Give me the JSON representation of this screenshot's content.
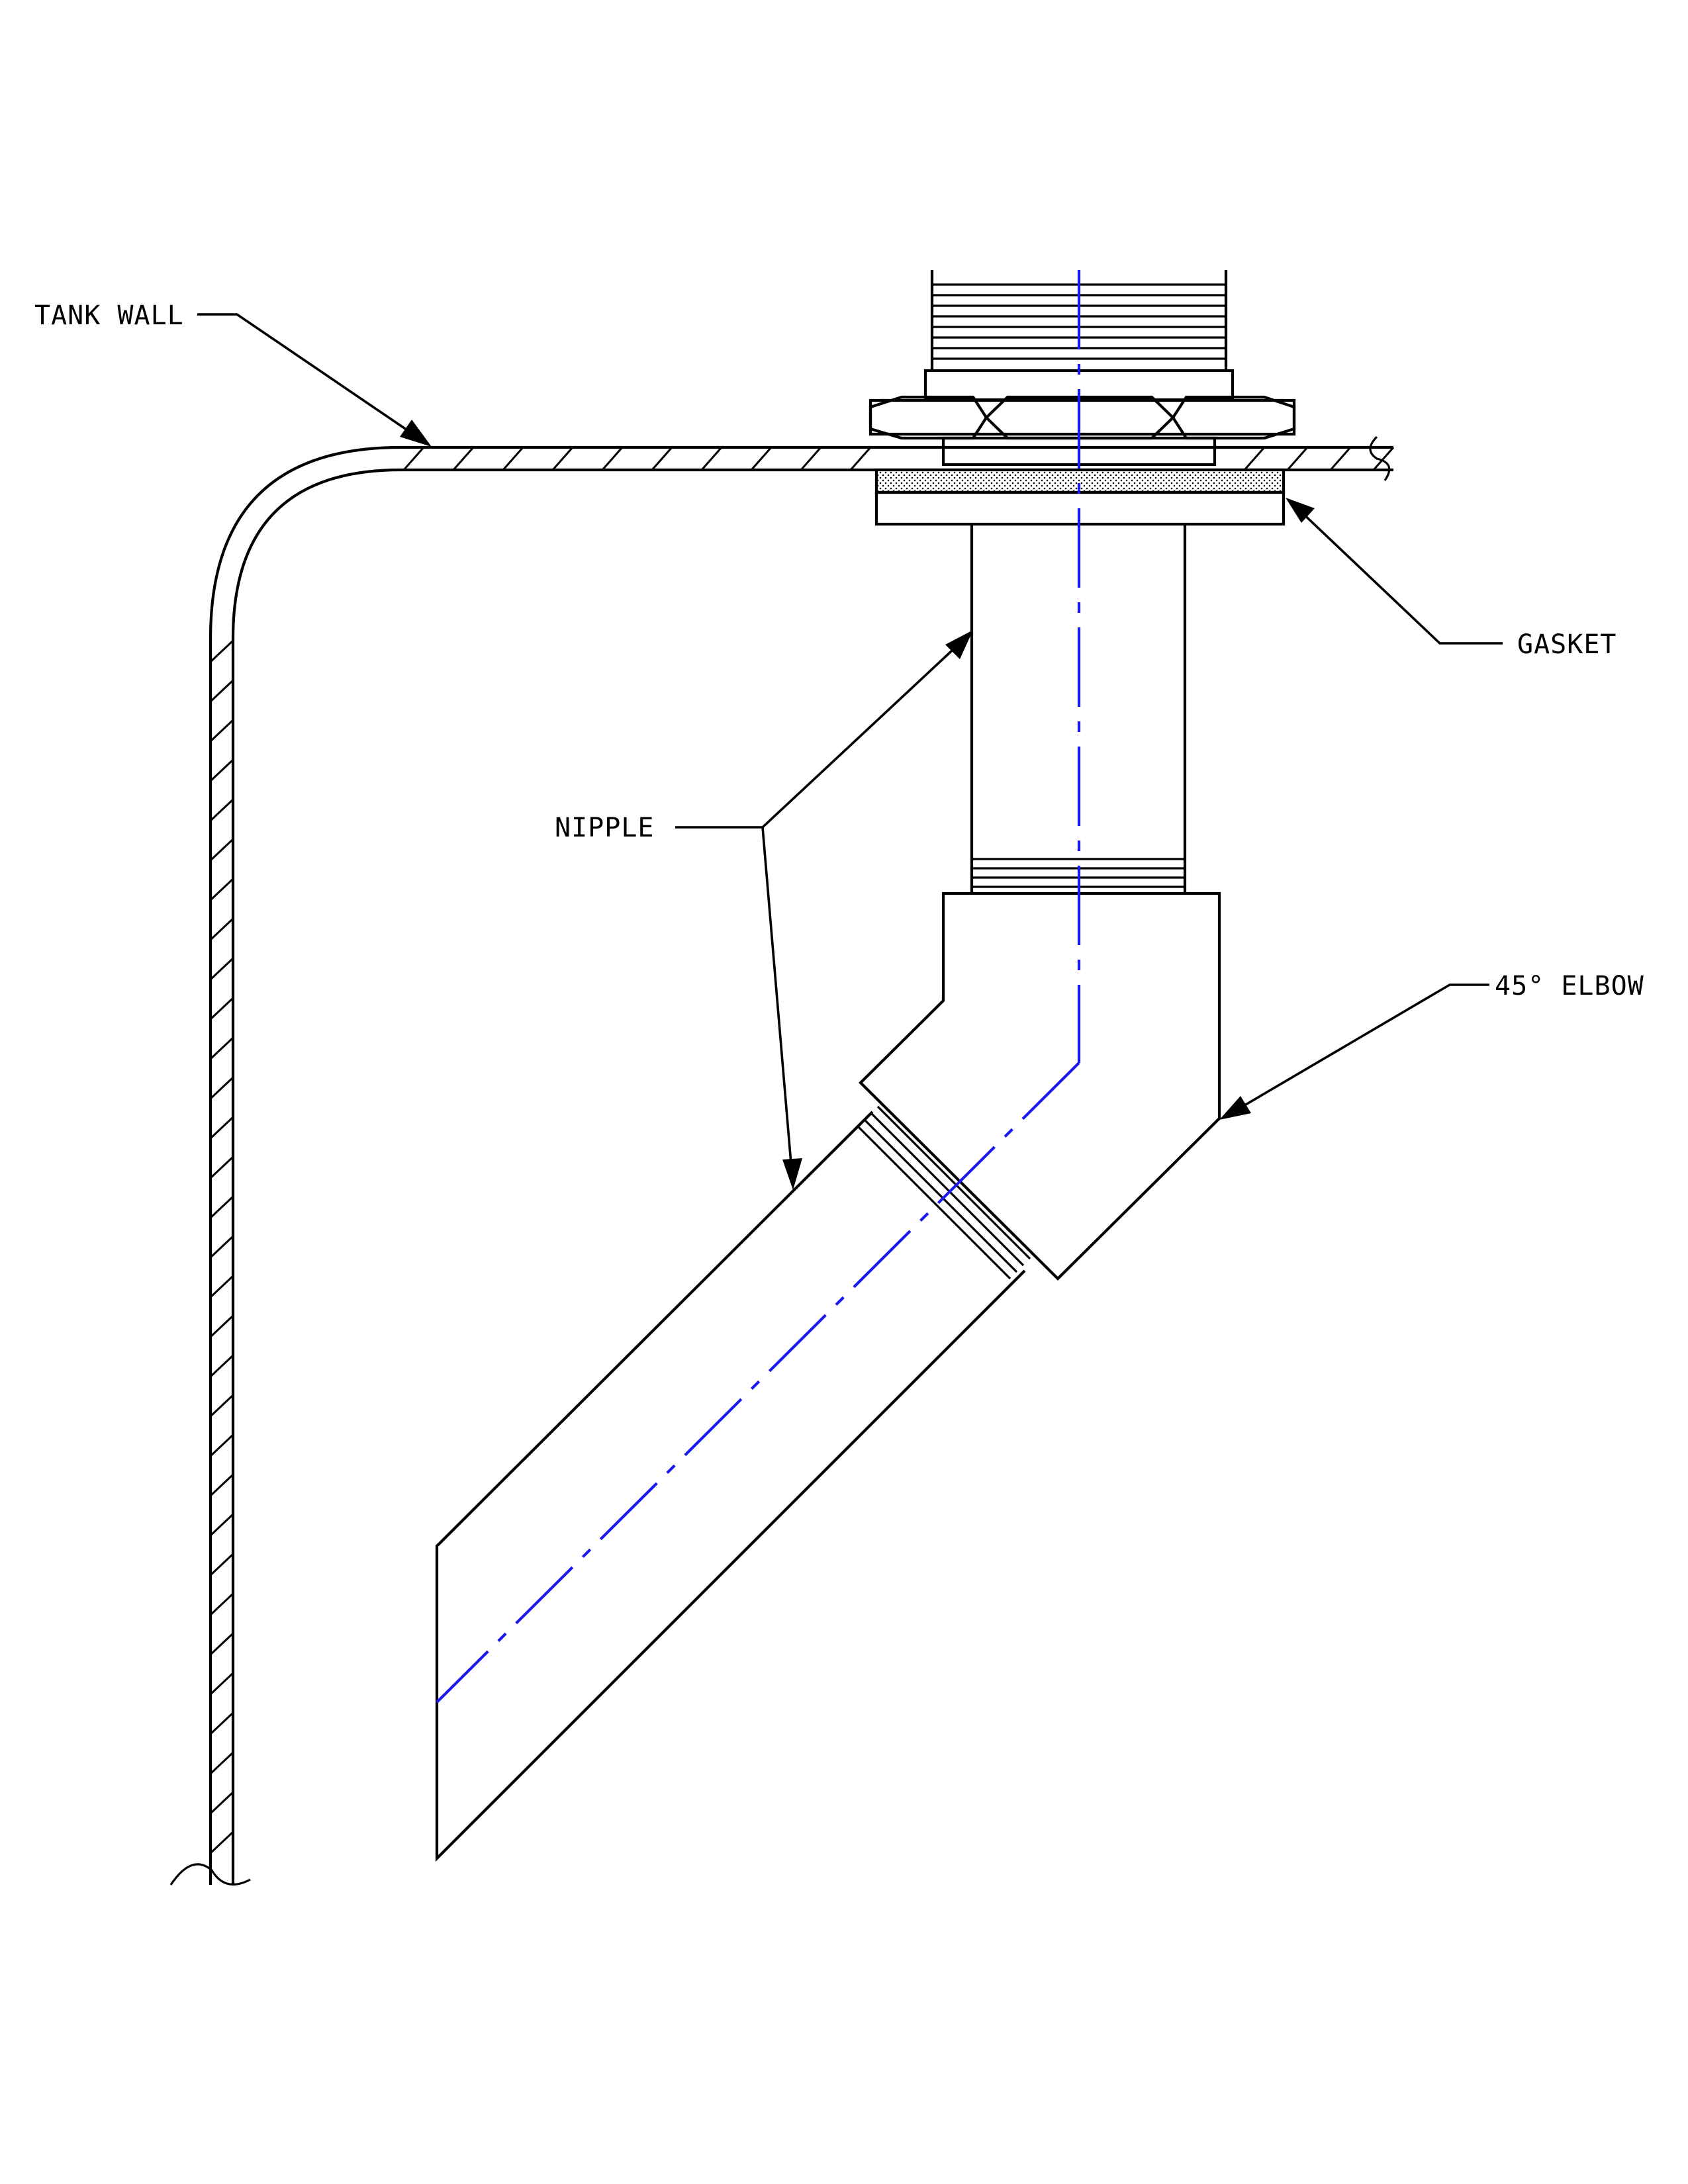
{
  "labels": {
    "tank_wall": "TANK WALL",
    "gasket": "GASKET",
    "nipple": "NIPPLE",
    "elbow": "45° ELBOW"
  },
  "colors": {
    "line": "#000000",
    "centerline": "#1a1aee",
    "background": "#ffffff"
  }
}
